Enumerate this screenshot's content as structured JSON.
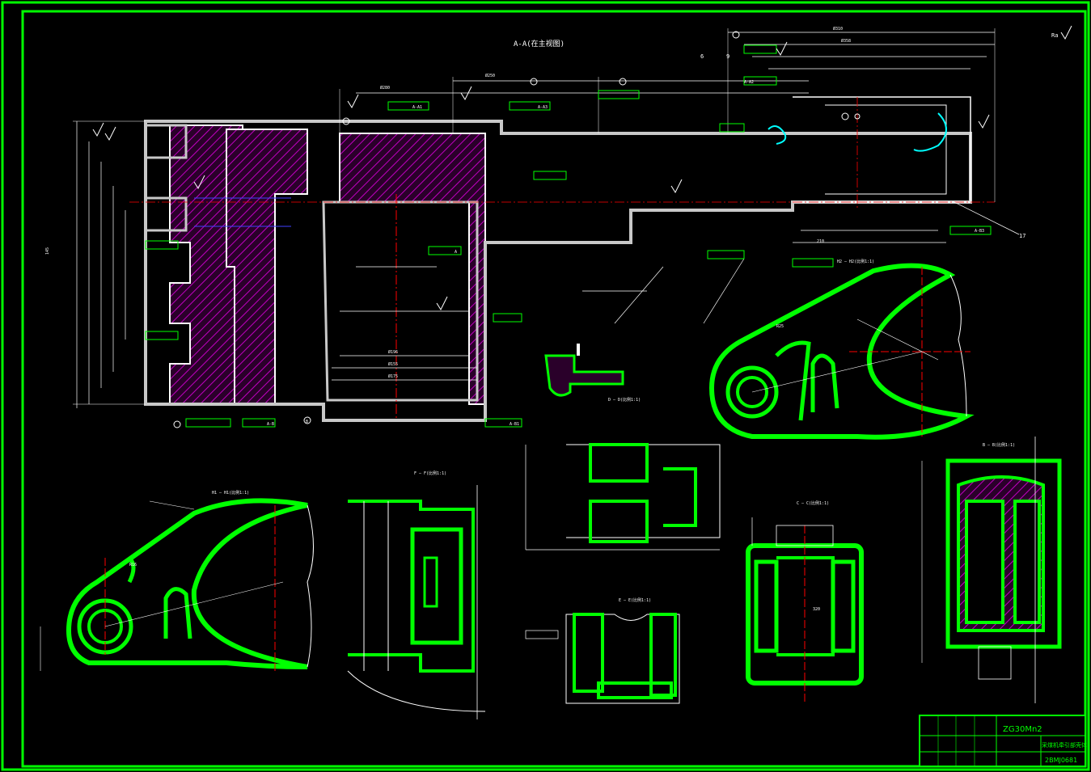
{
  "drawing": {
    "main_view_title": "A-A(在主视图)",
    "roughness_note": "Ra",
    "view_labels": {
      "b_view": "B — B(比例1:1)",
      "c_view": "C — C(比例1:1)",
      "d_view": "D — D(比例1:1)",
      "e_view": "E — E(比例1:1)",
      "f_view": "F — F(比例1:1)",
      "h1_view": "H1 — H1(比例1:1)",
      "h2_view": "H2 — H2(比例1:1)"
    },
    "callouts": [
      "6",
      "9",
      "17"
    ],
    "datum_refs": [
      "A-A1",
      "A-A2",
      "A-A3",
      "A-B",
      "A-B1",
      "A-B3",
      "A",
      "B"
    ],
    "dimension_samples": [
      "Ø280",
      "Ø250",
      "Ø310",
      "Ø358",
      "Ø196",
      "Ø155",
      "Ø175",
      "R25",
      "R16",
      "145",
      "210",
      "320"
    ]
  },
  "title_block": {
    "material": "ZG30Mn2",
    "part_name": "采煤机牵引部壳体",
    "drawing_number": "2BMJ0681"
  },
  "colors": {
    "background": "#000000",
    "border": "#00ff00",
    "outline": "#00ff00",
    "lines": "#ffffff",
    "centerline": "#ff0000",
    "section": "#ff00ff",
    "hidden": "#4040ff",
    "hatch": "#c000c0",
    "highlight": "#00ffff"
  }
}
